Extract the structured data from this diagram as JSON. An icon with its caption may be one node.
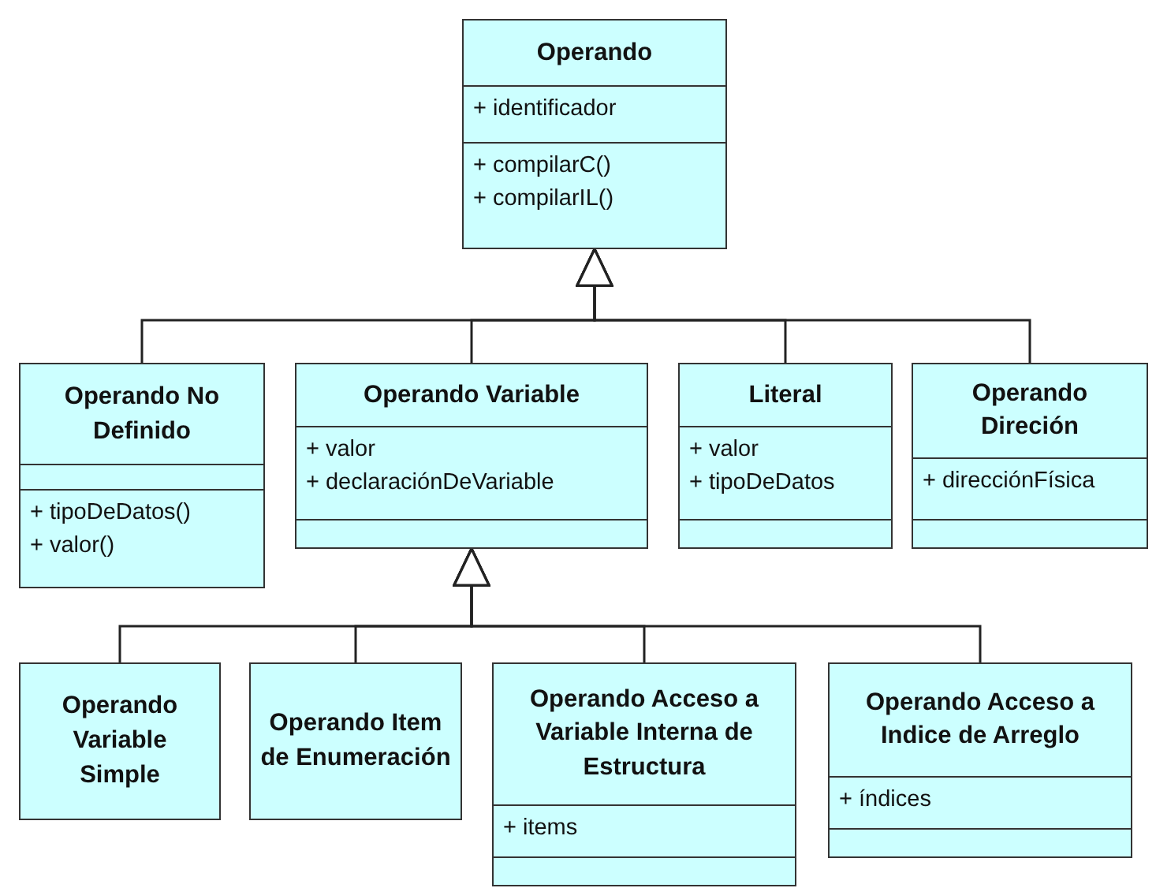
{
  "diagram": {
    "nodes": [
      {
        "text": [
          "Operando",
          "+ identificador",
          "+ compilarC()",
          "+ compilarIL()"
        ]
      },
      {
        "text": [
          "Operando No Definido",
          "+ tipoDeDatos()",
          "+ valor()"
        ]
      },
      {
        "text": [
          "Operando Variable",
          "+ valor",
          "+ declaraciónDeVariable"
        ]
      },
      {
        "text": [
          "Literal",
          "+ valor",
          "+ tipoDeDatos"
        ]
      },
      {
        "text": [
          "Operando Direción",
          "+ direcciónFísica"
        ]
      },
      {
        "text": [
          "Operando Variable Simple"
        ]
      },
      {
        "text": [
          "Operando Item de Enumeración"
        ]
      },
      {
        "text": [
          "Operando Acceso a Variable Interna de Estructura",
          "+ items"
        ]
      },
      {
        "text": [
          "Operando Acceso a Indice de Arreglo",
          "+ índices"
        ]
      }
    ],
    "edges": [
      {
        "from": 1,
        "to": 0,
        "arrow": "to"
      },
      {
        "from": 2,
        "to": 0,
        "arrow": "to"
      },
      {
        "from": 3,
        "to": 0,
        "arrow": "to"
      },
      {
        "from": 4,
        "to": 0,
        "arrow": "to"
      },
      {
        "from": 5,
        "to": 2,
        "arrow": "to"
      },
      {
        "from": 6,
        "to": 2,
        "arrow": "to"
      },
      {
        "from": 7,
        "to": 2,
        "arrow": "to"
      },
      {
        "from": 8,
        "to": 2,
        "arrow": "to"
      }
    ]
  }
}
